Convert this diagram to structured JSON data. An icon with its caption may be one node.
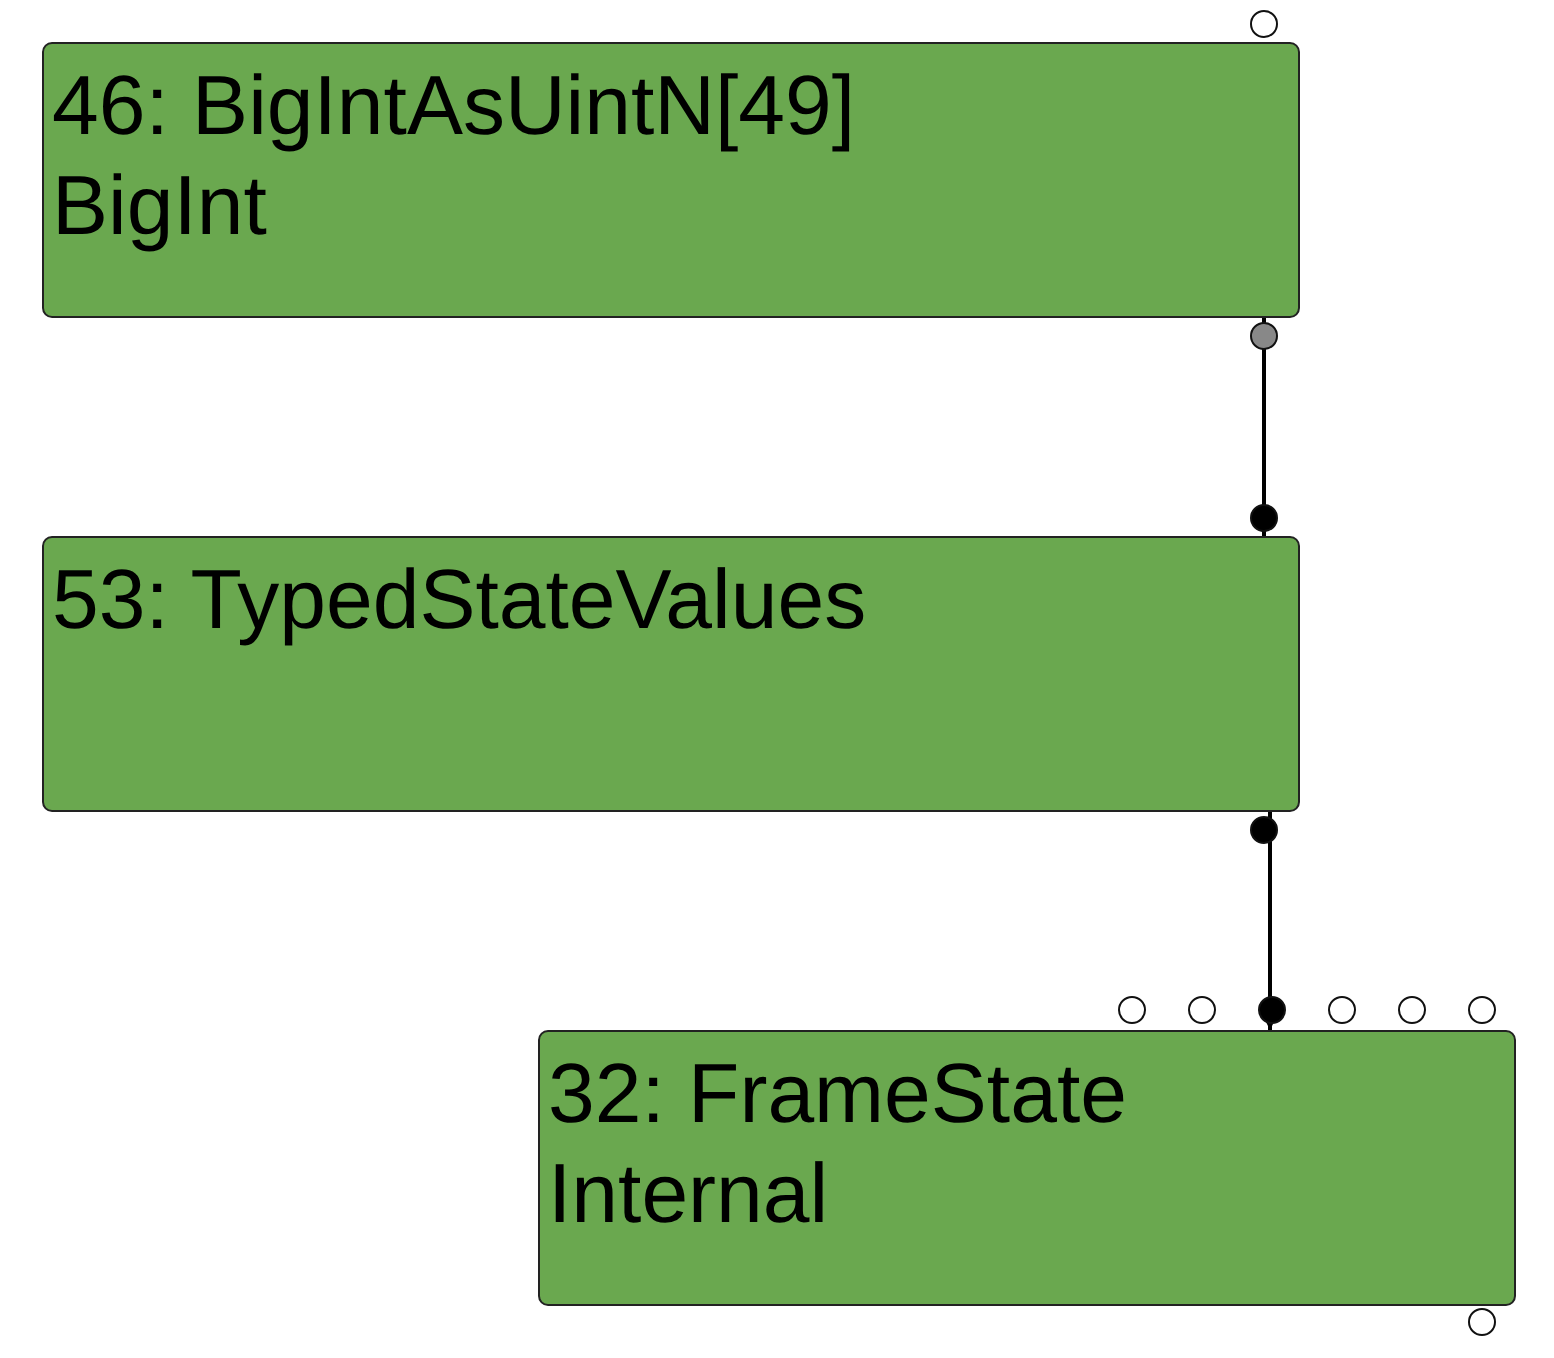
{
  "diagram": {
    "nodes": [
      {
        "text": [
          "46: BigIntAsUintN[49]",
          "BigInt"
        ]
      },
      {
        "text": [
          "53: TypedStateValues"
        ]
      },
      {
        "text": [
          "32: FrameState",
          "Internal"
        ]
      }
    ],
    "edges": [
      {
        "from": 0,
        "to": 1,
        "arrow": "to"
      },
      {
        "from": 1,
        "to": 2,
        "arrow": "to"
      }
    ]
  }
}
